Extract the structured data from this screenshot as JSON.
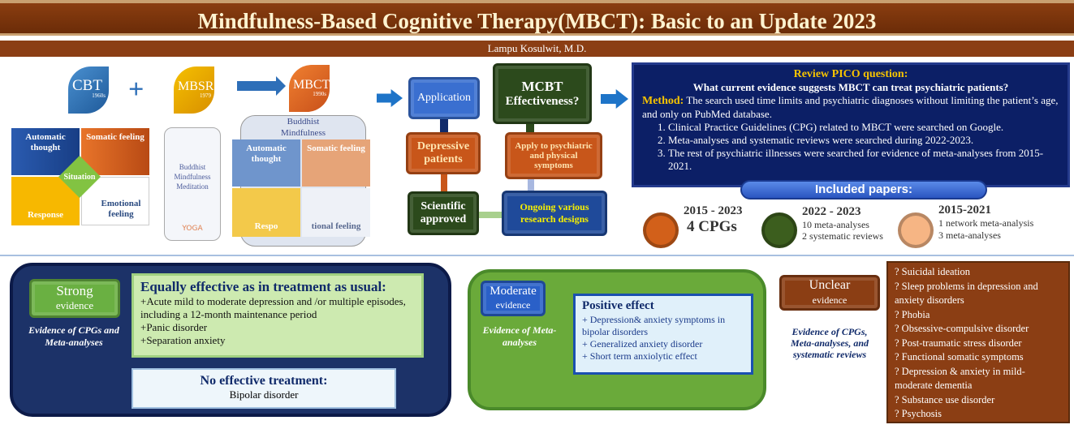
{
  "title": "Mindfulness-Based Cognitive Therapy(MBCT): Basic to an Update 2023",
  "author": "Lampu Kosulwit, M.D.",
  "origins": {
    "cbt": {
      "name": "CBT",
      "year": "1960s"
    },
    "mbsr": {
      "name": "MBSR",
      "year": "1979"
    },
    "mbct": {
      "name": "MBCT",
      "year": "1990s"
    },
    "plus": "+"
  },
  "cbt_model": {
    "automatic": "Automatic thought",
    "somatic": "Somatic feeling",
    "situation": "Situation",
    "response": "Response",
    "emotional": "Emotional feeling"
  },
  "mbsr_image": {
    "text1": "Buddhist",
    "text2": "Mindfulness",
    "text3": "Meditation",
    "logo": "YOGA"
  },
  "mbct_image": {
    "automatic": "Automatic thought",
    "somatic": "Somatic feeling",
    "text1": "Buddhist",
    "text2": "Mindfulness",
    "response": "Respo",
    "emotional": "tional feeling"
  },
  "flow": {
    "application": "Application",
    "mcbt1": "MCBT",
    "mcbt2": "Effectiveness?",
    "depressive": "Depressive patients",
    "apply": "Apply to psychiatric and physical symptoms",
    "scientific": "Scientific approved",
    "ongoing": "Ongoing various research designs"
  },
  "pico": {
    "heading": "Review PICO question:",
    "question": "What current evidence suggests MBCT can treat psychiatric patients?",
    "method_label": "Method:",
    "method": " The search used time limits and psychiatric diagnoses without limiting  the patient’s age, and only on PubMed database.",
    "steps": [
      "Clinical Practice Guidelines (CPG) related to MBCT were searched on Google.",
      "Meta-analyses and systematic reviews were searched during 2022-2023.",
      "The rest of psychiatric illnesses were searched for evidence of meta-analyses from 2015-2021."
    ]
  },
  "included": {
    "label": "Included papers:",
    "groups": [
      {
        "years": "2015 - 2023",
        "lines": [
          "4 CPGs"
        ],
        "color": "#d2601a"
      },
      {
        "years": "2022 - 2023",
        "lines": [
          "10 meta-analyses",
          "2 systematic reviews"
        ],
        "color": "#3c5e1e"
      },
      {
        "years": "2015-2021",
        "lines": [
          "1 network meta-analysis",
          "3 meta-analyses"
        ],
        "color": "#f6b584"
      }
    ]
  },
  "strong": {
    "badge1": "Strong",
    "badge2": "evidence",
    "source": "Evidence of CPGs and Meta-analyses",
    "heading": "Equally effective as in treatment as usual:",
    "items": [
      "+Acute mild to moderate depression and /or multiple episodes, including  a 12-month maintenance period",
      "+Panic disorder",
      "+Separation anxiety"
    ],
    "no_heading": "No effective treatment:",
    "no_item": "Bipolar  disorder"
  },
  "moderate": {
    "badge1": "Moderate",
    "badge2": "evidence",
    "source": "Evidence of Meta-analyses",
    "heading": "Positive effect",
    "items": [
      "+ Depression& anxiety symptoms in bipolar  disorders",
      "+ Generalized anxiety disorder",
      "+ Short term anxiolytic  effect"
    ]
  },
  "unclear": {
    "badge1": "Unclear",
    "badge2": "evidence",
    "source": "Evidence of CPGs, Meta-analyses, and systematic reviews",
    "items": [
      "? Suicidal ideation",
      "? Sleep problems in depression and anxiety disorders",
      "? Phobia",
      "? Obsessive-compulsive disorder",
      "? Post-traumatic stress disorder",
      "? Functional somatic symptoms",
      "? Depression & anxiety in mild-moderate dementia",
      "? Substance use disorder",
      "? Psychosis"
    ]
  },
  "colors": {
    "brown": "#8b3e14",
    "navy": "#0c1f66",
    "green": "#3c5e1e",
    "orange": "#d2601a"
  }
}
